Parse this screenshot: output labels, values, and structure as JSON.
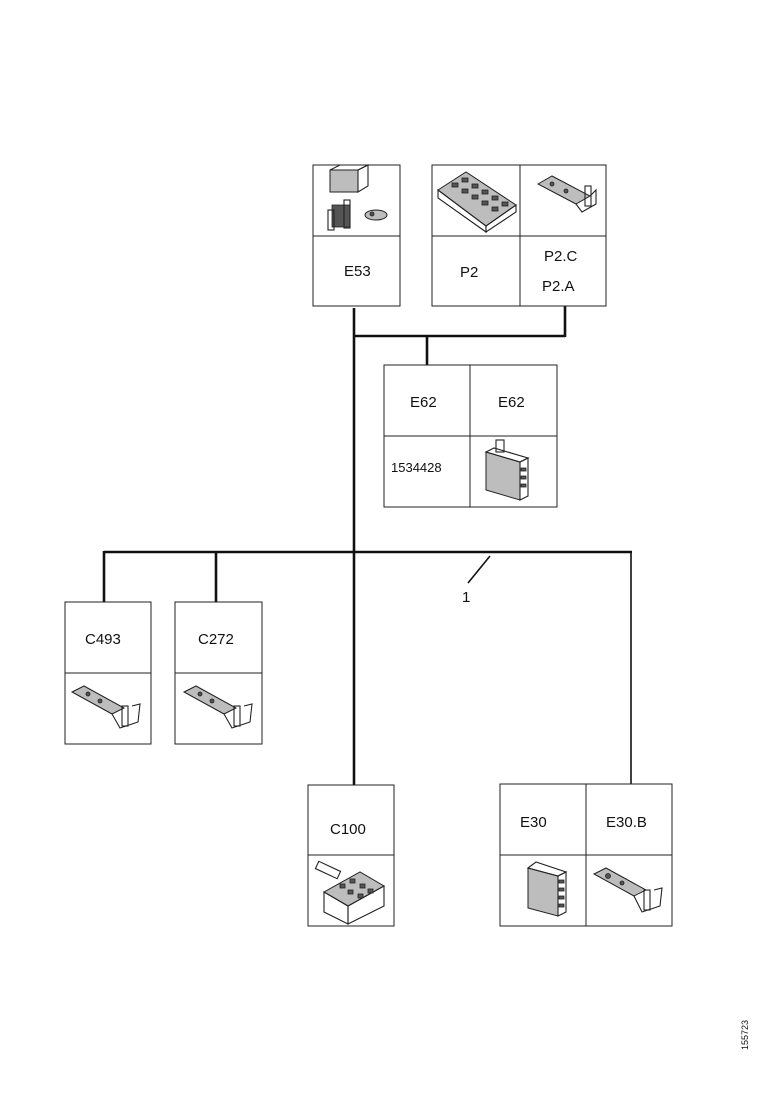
{
  "connectors": {
    "e53": {
      "label": "E53"
    },
    "p2": {
      "label": "P2"
    },
    "p2_c": {
      "label": "P2.C"
    },
    "p2_a": {
      "label": "P2.A"
    },
    "e62_left": {
      "label": "E62"
    },
    "e62_right": {
      "label": "E62"
    },
    "part_number": {
      "label": "1534428"
    },
    "c493": {
      "label": "C493"
    },
    "c272": {
      "label": "C272"
    },
    "c100": {
      "label": "C100"
    },
    "e30": {
      "label": "E30"
    },
    "e30_b": {
      "label": "E30.B"
    }
  },
  "harness_callout": {
    "label": "1"
  },
  "reference_code": "155723",
  "icons": {
    "relay": "relay-socket-icon",
    "fusebox": "fuse-box-icon",
    "terminal": "terminal-pin-icon",
    "module": "module-connector-icon",
    "plug": "multi-pin-plug-icon"
  },
  "colors": {
    "line": "#111111",
    "box": "#222222",
    "background": "#ffffff"
  }
}
